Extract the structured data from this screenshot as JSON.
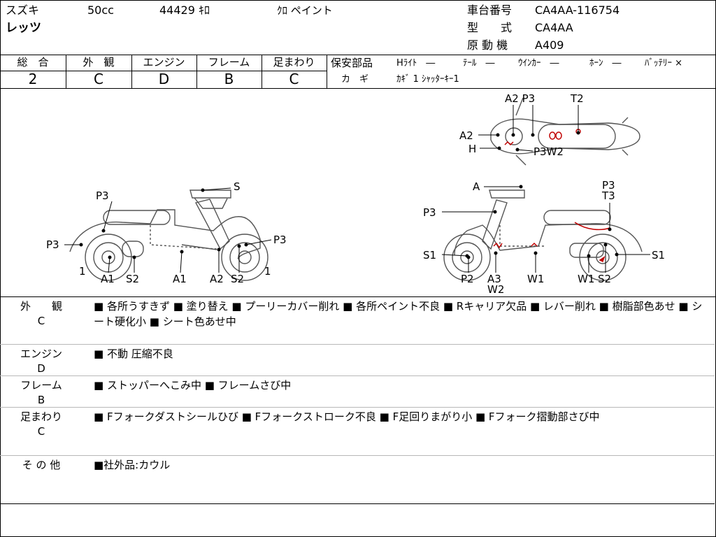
{
  "header": {
    "maker": "スズキ",
    "model": "レッツ",
    "cc": "50cc",
    "mileage": "44429 ｷﾛ",
    "color": "ｸﾛ ペイント",
    "frame_no_label": "車台番号",
    "frame_no": "CA4AA-116754",
    "type_label": "型　　式",
    "type": "CA4AA",
    "engine_label": "原 動 機",
    "engine": "A409"
  },
  "grades": {
    "overall_label": "総　合",
    "overall": "2",
    "exterior_label": "外　観",
    "exterior": "C",
    "engine_label": "エンジン",
    "engine": "D",
    "frame_label": "フレーム",
    "frame": "B",
    "suspension_label": "足まわり",
    "suspension": "C"
  },
  "parts": {
    "label": "保安部品",
    "headlight": "Hﾗｲﾄ　―",
    "tail": "ﾃｰﾙ　―",
    "winker": "ｳｲﾝｶｰ　―",
    "horn": "ﾎｰﾝ　―",
    "battery": "ﾊﾞｯﾃﾘｰ ×",
    "key_label": "カ　ギ",
    "key": "ｶｷﾞ 1 ｼｬｯﾀｰｷｰ1"
  },
  "diagram_labels": {
    "left": {
      "p3_seat": "P3",
      "p3_rear": "P3",
      "n1_left": "1",
      "a1_left": "A1",
      "s2_left": "S2",
      "a1_mid": "A1",
      "a2_mid": "A2",
      "s2_right": "S2",
      "n1_right": "1",
      "s_top": "S",
      "p3_front": "P3"
    },
    "right": {
      "a_top": "A",
      "p3_front": "P3",
      "s1_left": "S1",
      "p2": "P2",
      "a3": "A3",
      "w2": "W2",
      "w1_mid": "W1",
      "w1_right": "W1",
      "s2": "S2",
      "s1_right": "S1",
      "p3_top": "P3",
      "t3": "T3"
    },
    "top": {
      "a2p3": "A2 P3",
      "t2": "T2",
      "a2_left": "A2",
      "h": "H",
      "p3w2": "P3W2"
    }
  },
  "details": [
    {
      "label1": "外　　観",
      "label2": "C",
      "text": "■ 各所うすきず ■ 塗り替え ■ プーリーカバー削れ ■ 各所ペイント不良 ■ Rキャリア欠品 ■ レバー削れ ■ 樹脂部色あせ ■ シート硬化小 ■ シート色あせ中"
    },
    {
      "label1": "エンジン",
      "label2": "D",
      "text": "■ 不動 圧縮不良"
    },
    {
      "label1": "フレーム",
      "label2": "B",
      "text": "■ ストッパーへこみ中 ■ フレームさび中"
    },
    {
      "label1": "足まわり",
      "label2": "C",
      "text": "■ Fフォークダストシールひび ■ Fフォークストローク不良 ■ F足回りまがり小 ■ Fフォーク摺動部さび中"
    },
    {
      "label1": "そ の 他",
      "label2": "",
      "text": "■社外品:カウル"
    }
  ]
}
